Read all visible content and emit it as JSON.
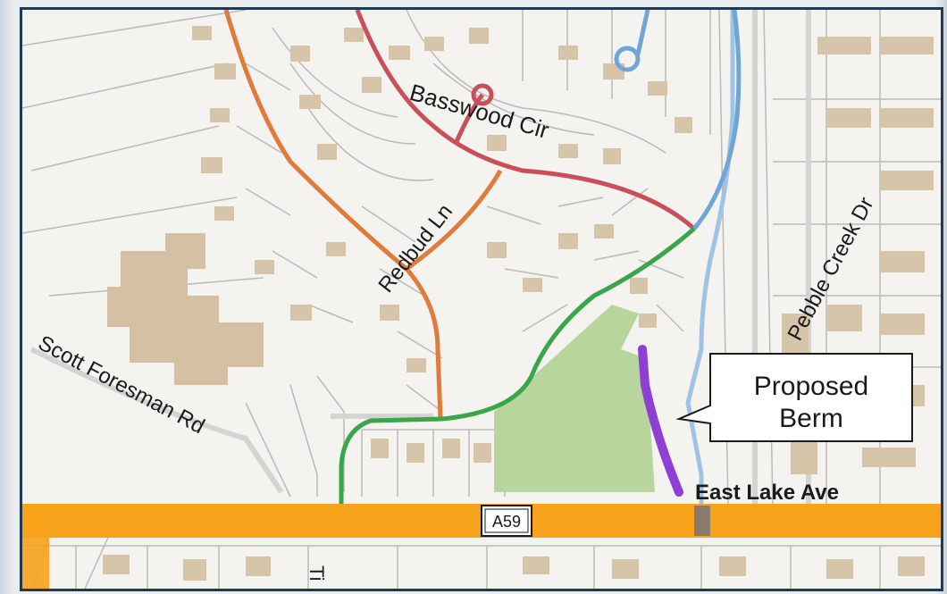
{
  "map": {
    "streets": {
      "basswood": "Basswood Cir",
      "redbud": "Redbud Ln",
      "pebble_creek": "Pebble Creek Dr",
      "scott_foresman": "Scott Foresman Rd",
      "east_lake": "East Lake Ave",
      "partial_street": "Ti"
    },
    "shield": "A59",
    "callout": {
      "line1": "Proposed",
      "line2": "Berm"
    },
    "colors": {
      "highway": "#f7a21b",
      "orange_route": "#e07b39",
      "red_route": "#c9505a",
      "blue_route": "#6fa6d6",
      "green_route": "#3aa64a",
      "berm": "#8e3fd6",
      "park": "#b9d59e",
      "buildings": "#d7c5aa",
      "frame": "#1f3a52"
    },
    "icons": {
      "route_shield": "highway-shield-icon"
    }
  }
}
